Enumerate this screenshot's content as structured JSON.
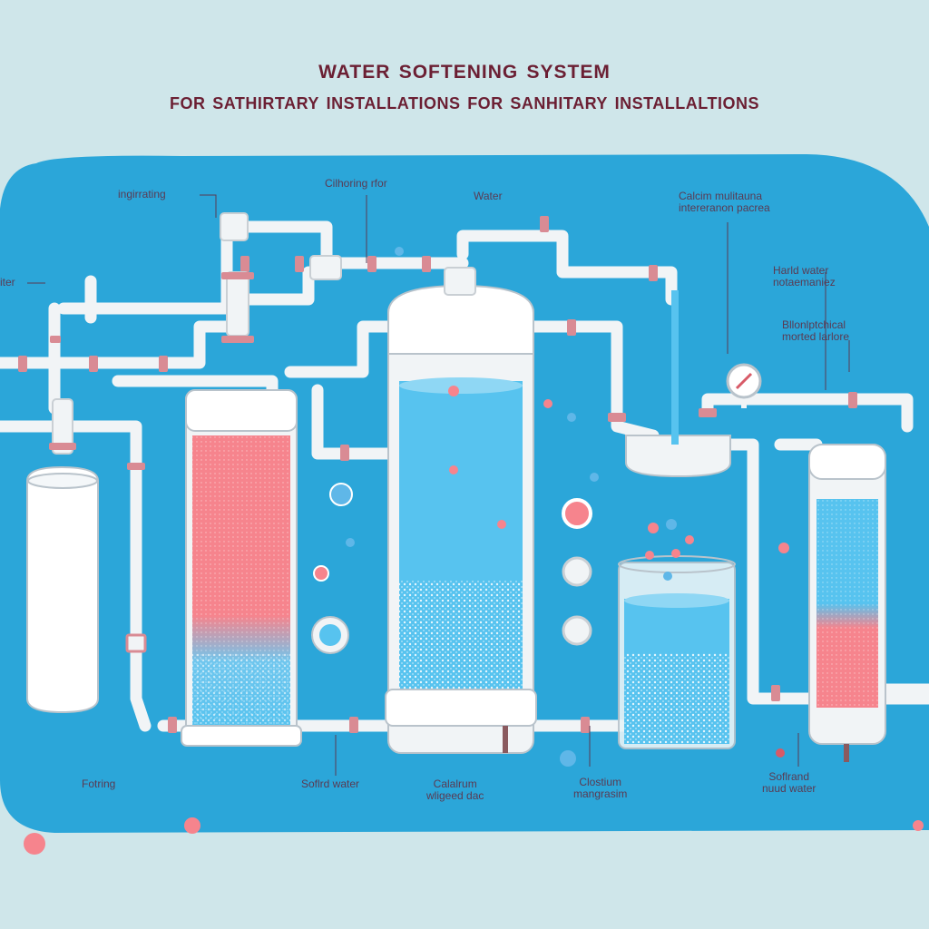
{
  "title": "water softening system",
  "subtitle": "for sathirtary installations for sanhitary installaltions",
  "labels": {
    "top_left": "ingirrating",
    "far_left": "iter",
    "top_center": "Cilhoring rfor",
    "top_water": "Water",
    "top_right": "Calcim mulitauna\nintereranon pacrea",
    "right_1": "Harld water\nnotaemaniez",
    "right_2": "Bllonlptchical\nmorted larlore",
    "bottom_1": "Fotring",
    "bottom_2": "Soflrd water",
    "bottom_3": "Calalrum\nwligeed dac",
    "bottom_4": "Clostium\nmangrasim",
    "bottom_5": "Soflrand\nnuud water"
  },
  "colors": {
    "background": "#cfe6ea",
    "panel": "#2ba6d9",
    "title": "#6b1f33",
    "hard_water": "#f6848d",
    "soft_water": "#57c3ef",
    "pipe": "#f1f4f6",
    "fitting": "#d98b94"
  }
}
